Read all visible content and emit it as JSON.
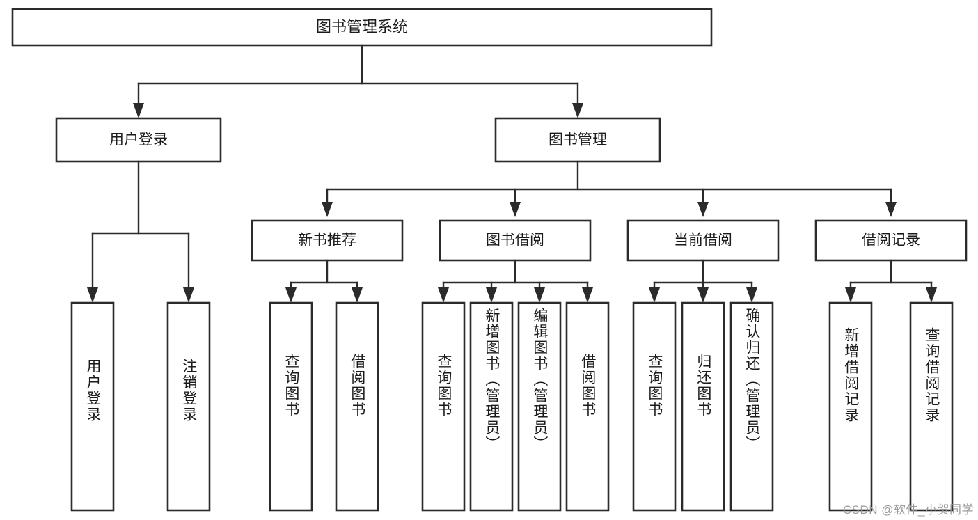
{
  "diagram": {
    "type": "tree",
    "orientation": "top-down",
    "title_node": {
      "label": "图书管理系统"
    },
    "level2": [
      {
        "id": "user-login",
        "label": "用户登录"
      },
      {
        "id": "book-management",
        "label": "图书管理"
      }
    ],
    "level3": [
      {
        "id": "new-book-recommend",
        "label": "新书推荐"
      },
      {
        "id": "book-borrow",
        "label": "图书借阅"
      },
      {
        "id": "current-borrow",
        "label": "当前借阅"
      },
      {
        "id": "borrow-record",
        "label": "借阅记录"
      }
    ],
    "leaves": {
      "user_login": [
        {
          "id": "leaf-user-login",
          "label": "用户登录"
        },
        {
          "id": "leaf-logout",
          "label": "注销登录"
        }
      ],
      "new_book_recommend": [
        {
          "id": "leaf-query-book-1",
          "label": "查询图书"
        },
        {
          "id": "leaf-borrow-book-1",
          "label": "借阅图书"
        }
      ],
      "book_borrow": [
        {
          "id": "leaf-query-book-2",
          "label": "查询图书"
        },
        {
          "id": "leaf-add-book",
          "label": "新增图书（管理员）"
        },
        {
          "id": "leaf-edit-book",
          "label": "编辑图书（管理员）"
        },
        {
          "id": "leaf-borrow-book-2",
          "label": "借阅图书"
        }
      ],
      "current_borrow": [
        {
          "id": "leaf-query-book-3",
          "label": "查询图书"
        },
        {
          "id": "leaf-return-book",
          "label": "归还图书"
        },
        {
          "id": "leaf-confirm-return",
          "label": "确认归还（管理员）"
        }
      ],
      "borrow_record": [
        {
          "id": "leaf-add-record",
          "label": "新增借阅记录"
        },
        {
          "id": "leaf-query-record",
          "label": "查询借阅记录"
        }
      ]
    }
  },
  "watermark": {
    "text": "CSDN @软件_小贺同学"
  },
  "colors": {
    "box_stroke": "#2b2b2b",
    "box_fill": "#ffffff",
    "text": "#1b1b1b",
    "connector": "#2b2b2b",
    "watermark": "#9a9a9a",
    "background": "#ffffff"
  }
}
